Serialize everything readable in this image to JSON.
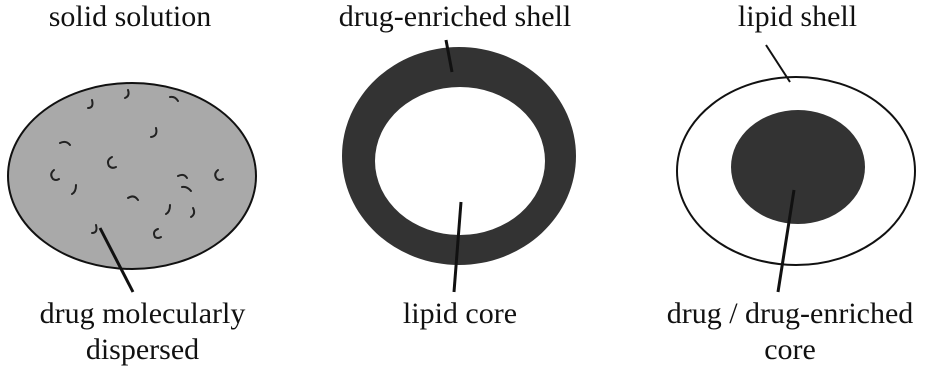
{
  "panels": [
    {
      "top_label": "solid solution",
      "bottom_label_line1": "drug molecularly",
      "bottom_label_line2": "dispersed"
    },
    {
      "top_label": "drug-enriched shell",
      "bottom_label": "lipid core"
    },
    {
      "top_label": "lipid shell",
      "bottom_label_line1": "drug / drug-enriched",
      "bottom_label_line2": "core"
    }
  ],
  "colors": {
    "solid_fill": "#a9a9a9",
    "dark_fill": "#333333",
    "outline": "#111111",
    "background": "#ffffff"
  }
}
